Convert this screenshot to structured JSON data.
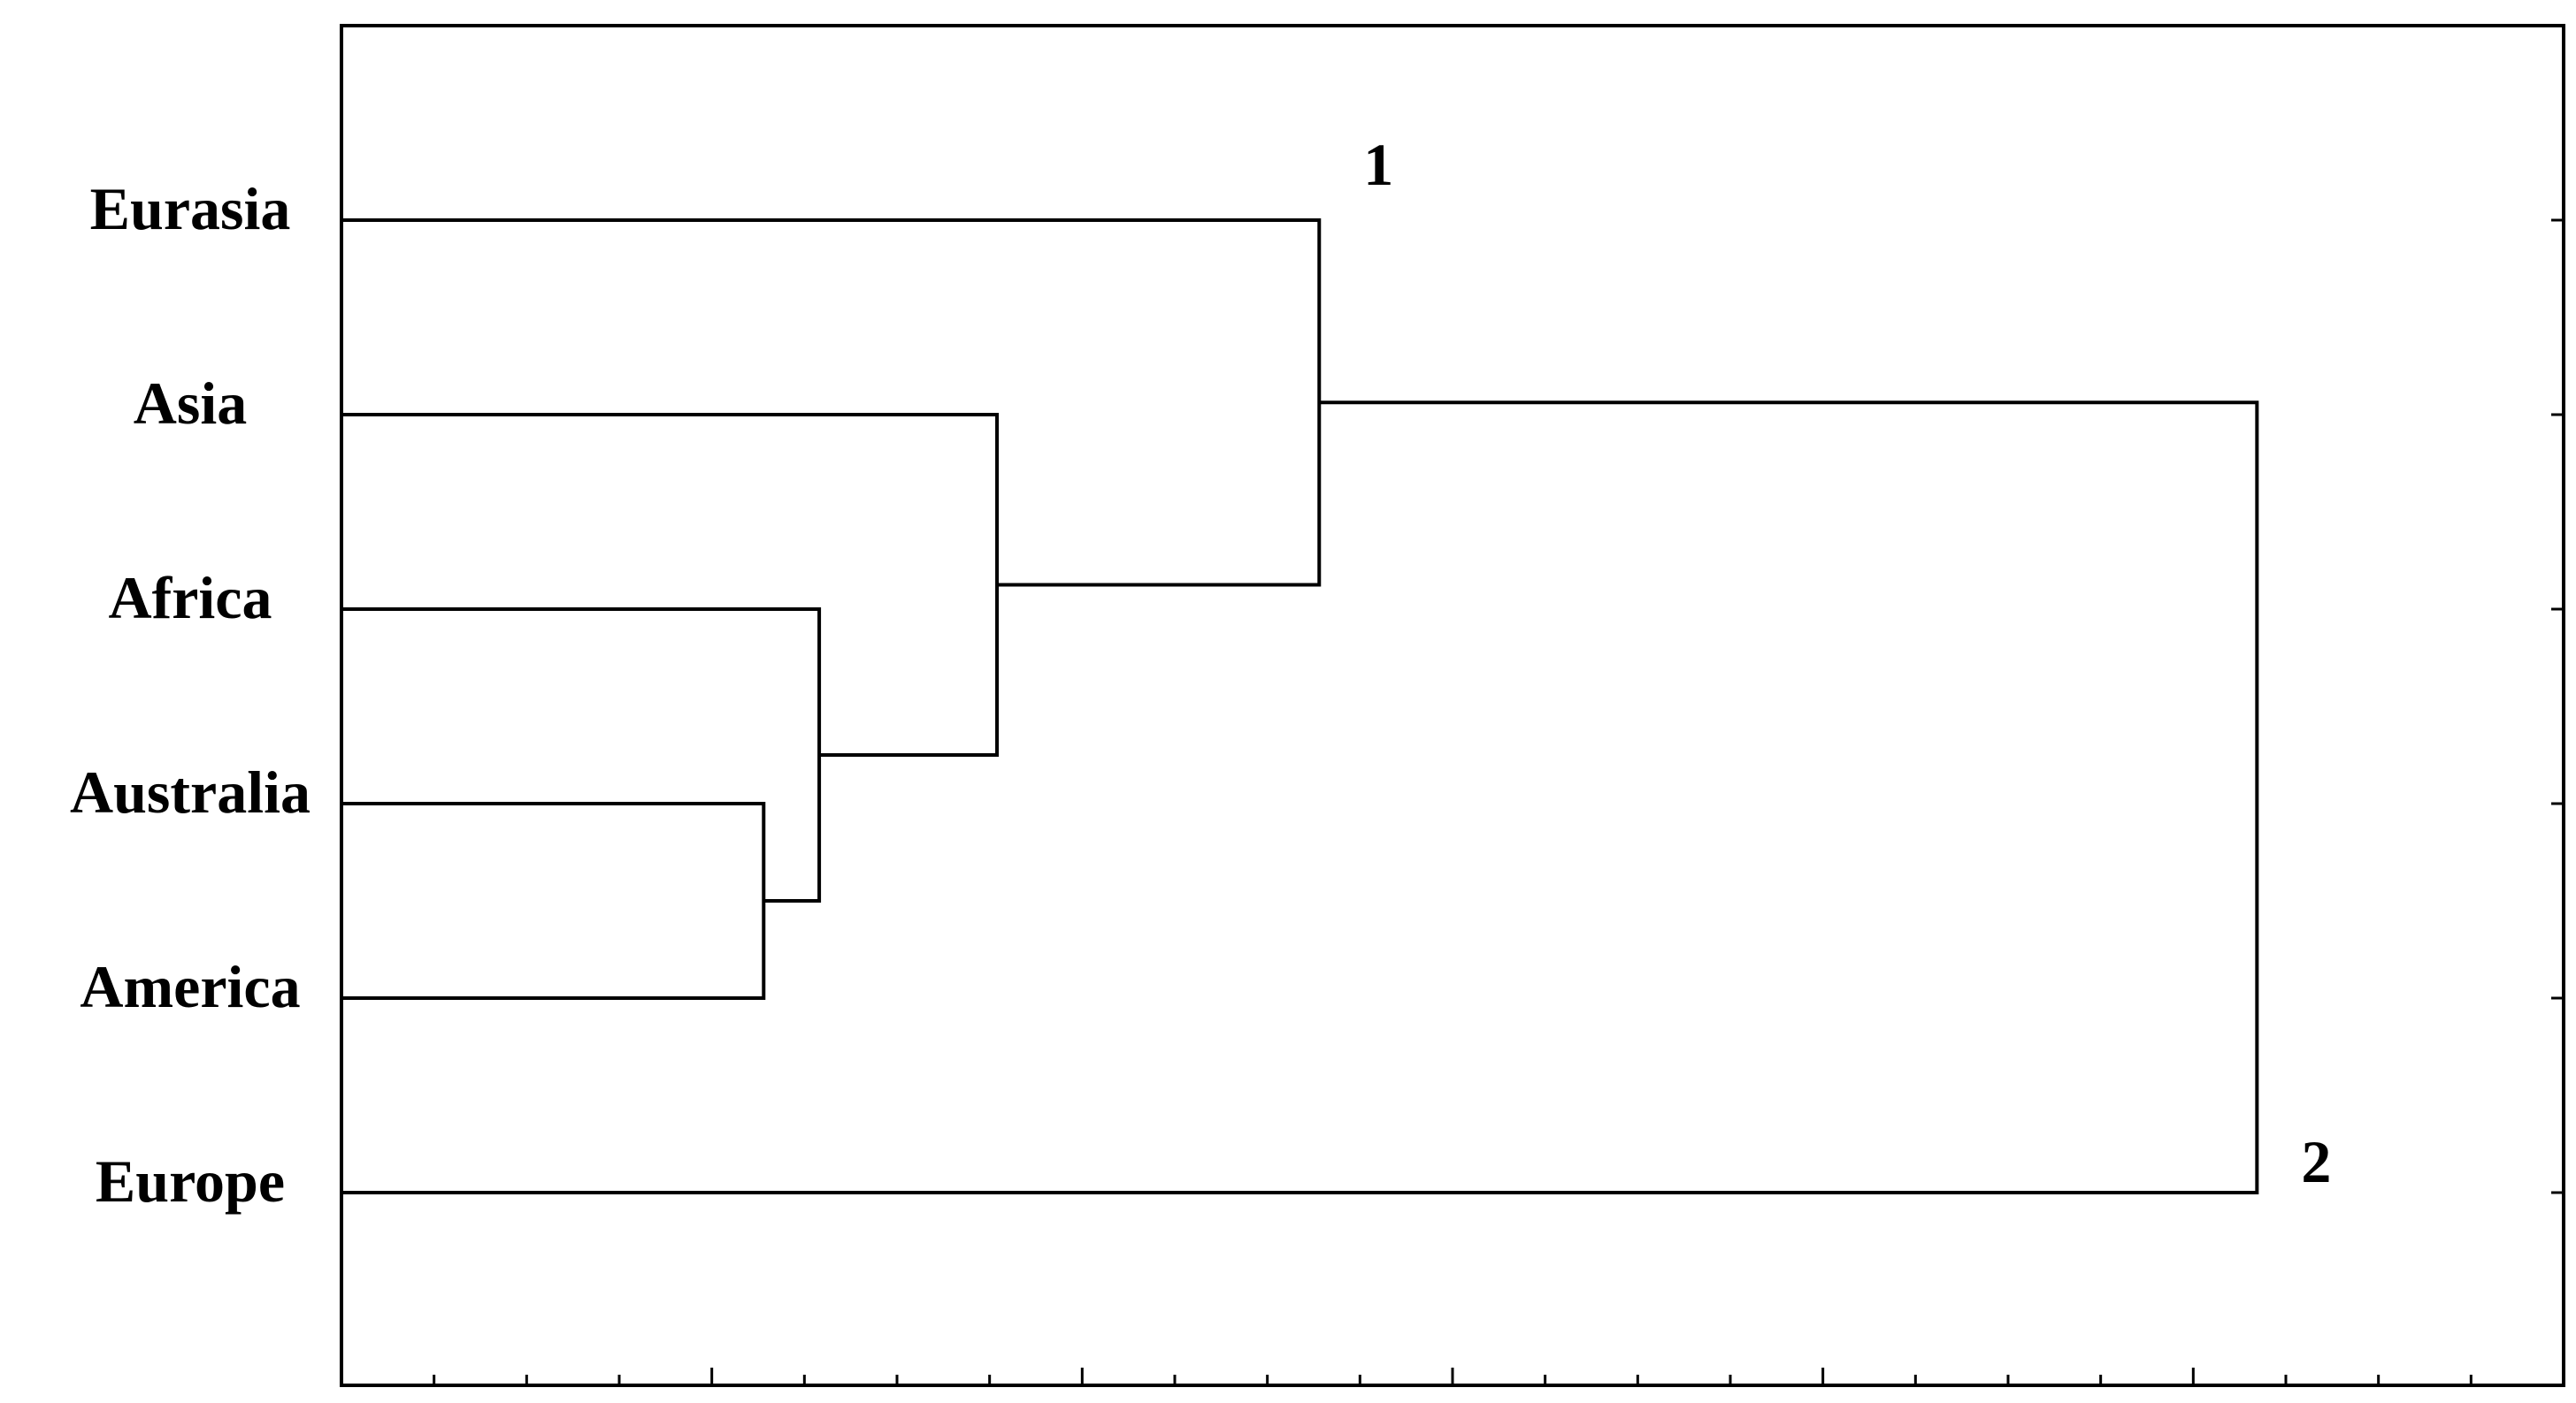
{
  "chart_data": {
    "type": "dendrogram",
    "orientation": "horizontal",
    "leaves": [
      "Eurasia",
      "Asia",
      "Africa",
      "Australia",
      "America",
      "Europe"
    ],
    "xlim": [
      0,
      1
    ],
    "merges": [
      {
        "id": "m1",
        "children": [
          "Australia",
          "America"
        ],
        "height": 0.19
      },
      {
        "id": "m2",
        "children": [
          "Africa",
          "m1"
        ],
        "height": 0.215
      },
      {
        "id": "m3",
        "children": [
          "Asia",
          "m2"
        ],
        "height": 0.295
      },
      {
        "id": "m4",
        "children": [
          "Eurasia",
          "m3"
        ],
        "height": 0.44,
        "label": "1"
      },
      {
        "id": "m5",
        "children": [
          "m4",
          "Europe"
        ],
        "height": 0.862,
        "label": "2"
      }
    ],
    "grid": false,
    "colors": {
      "line": "#000000",
      "background": "#ffffff"
    }
  }
}
